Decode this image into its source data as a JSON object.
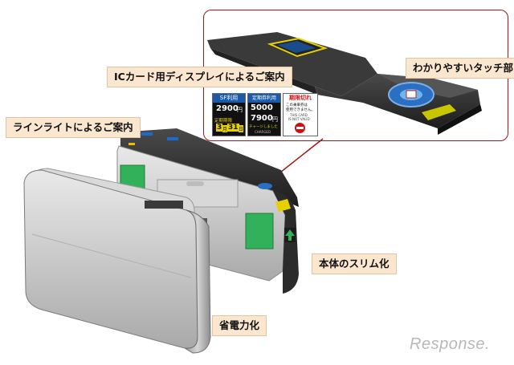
{
  "labels": {
    "ic_display": "ICカード用ディスプレイによるご案内",
    "touch": "わかりやすいタッチ部",
    "line_light": "ラインライトによるご案内",
    "slim": "本体のスリム化",
    "power": "省電力化"
  },
  "screens": {
    "sf": {
      "header": "SF利用",
      "amount": "2900",
      "unit": "円",
      "sub_label": "定期期限",
      "date_m": "3",
      "date_m_unit": "月",
      "date_d": "31",
      "date_d_unit": "日"
    },
    "pass": {
      "header": "定期券利用",
      "amount1": "5000",
      "amount2": "7900",
      "unit": "円",
      "note1": "チャージしました",
      "note2": "CHARGED"
    },
    "expired": {
      "header": "期限切れ",
      "line1": "この乗車券は",
      "line2": "使用できません。",
      "line3": "THIS CARD",
      "line4": "IS NOT VALID"
    }
  },
  "watermark": "Response.",
  "colors": {
    "label_bg": "#fbe7cf",
    "inset_border": "#a01818",
    "green_panel": "#33b15a",
    "screen_blue": "#1a5aa8"
  }
}
